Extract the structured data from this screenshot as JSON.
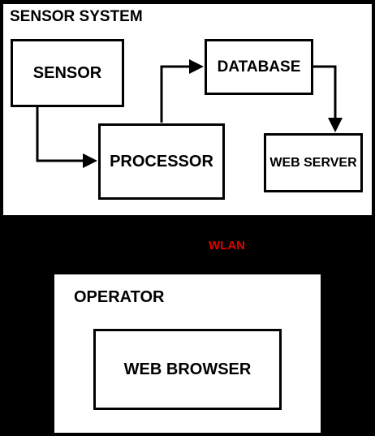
{
  "sensor_system": {
    "title": "SENSOR SYSTEM",
    "sensor": "SENSOR",
    "processor": "PROCESSOR",
    "database": "DATABASE",
    "web_server": "WEB SERVER"
  },
  "link": {
    "label": "WLAN",
    "color": "#e00000"
  },
  "operator": {
    "title": "OPERATOR",
    "web_browser": "WEB BROWSER"
  }
}
